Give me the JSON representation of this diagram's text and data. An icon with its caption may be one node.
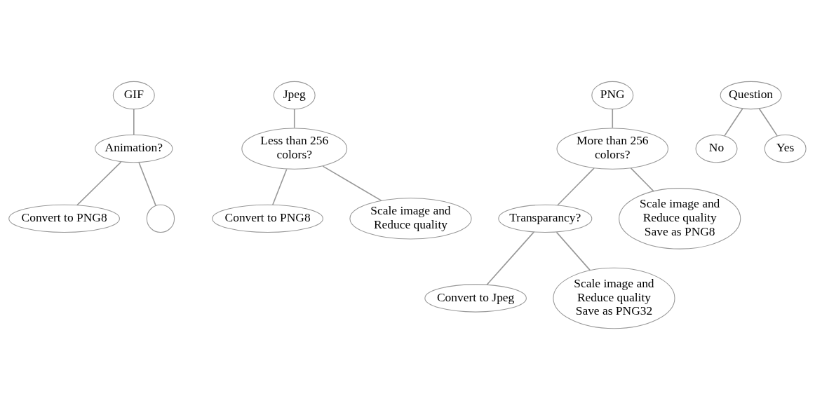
{
  "diagram": {
    "nodes": [
      {
        "text": [
          "GIF"
        ]
      },
      {
        "text": [
          "Jpeg"
        ]
      },
      {
        "text": [
          "PNG"
        ]
      },
      {
        "text": [
          "Question"
        ]
      },
      {
        "text": [
          "Animation?"
        ]
      },
      {
        "text": [
          "Less than 256 colors?"
        ]
      },
      {
        "text": [
          "More than 256 colors?"
        ]
      },
      {
        "text": [
          "No"
        ]
      },
      {
        "text": [
          "Yes"
        ]
      },
      {
        "text": [
          "Convert to PNG8"
        ]
      },
      {
        "text": [
          "Convert to PNG8"
        ]
      },
      {
        "text": [
          "Transparancy?"
        ]
      },
      {
        "text": [],
        "shape": "circle"
      },
      {
        "text": [
          "Scale image and Reduce quality Save as PNG8"
        ]
      },
      {
        "text": [
          "Scale image and Reduce quality"
        ]
      },
      {
        "text": [
          "Convert to Jpeg"
        ]
      },
      {
        "text": [
          "Scale image and Reduce quality Save as PNG32"
        ]
      }
    ],
    "edges": [
      {
        "from": 0,
        "to": 4,
        "arrow": "none"
      },
      {
        "from": 1,
        "to": 5,
        "arrow": "none"
      },
      {
        "from": 2,
        "to": 6,
        "arrow": "none"
      },
      {
        "from": 3,
        "to": 7,
        "arrow": "none"
      },
      {
        "from": 3,
        "to": 8,
        "arrow": "none"
      },
      {
        "from": 4,
        "to": 12,
        "arrow": "none"
      },
      {
        "from": 4,
        "to": 9,
        "arrow": "none"
      },
      {
        "from": 5,
        "to": 14,
        "arrow": "none"
      },
      {
        "from": 5,
        "to": 10,
        "arrow": "none"
      },
      {
        "from": 6,
        "to": 13,
        "arrow": "none"
      },
      {
        "from": 6,
        "to": 11,
        "arrow": "none"
      },
      {
        "from": 11,
        "to": 15,
        "arrow": "none"
      },
      {
        "from": 11,
        "to": 16,
        "arrow": "none"
      }
    ]
  }
}
